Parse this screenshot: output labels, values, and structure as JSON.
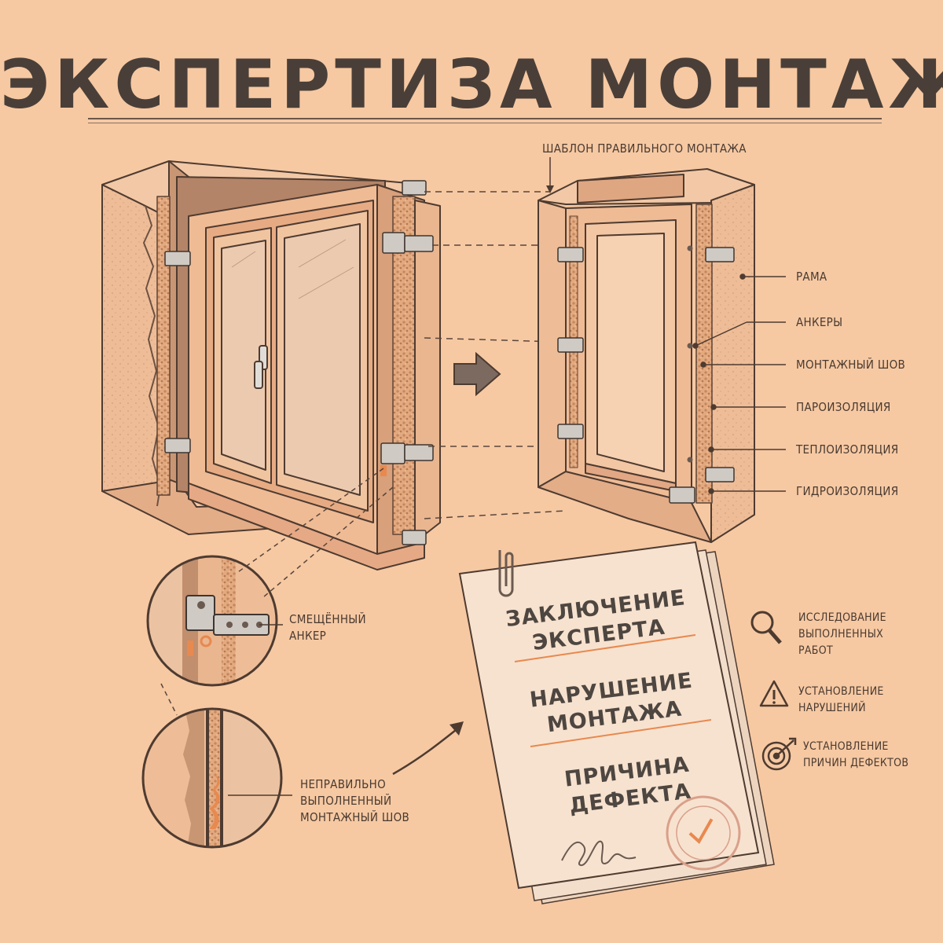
{
  "title": "ЭКСПЕРТИЗА МОНТАЖА",
  "template_label": "ШАБЛОН ПРАВИЛЬНОГО МОНТАЖА",
  "layers": [
    "РАМА",
    "АНКЕРЫ",
    "МОНТАЖНЫЙ ШОВ",
    "ПАРОИЗОЛЯЦИЯ",
    "ТЕПЛОИЗОЛЯЦИЯ",
    "ГИДРОИЗОЛЯЦИЯ"
  ],
  "details": {
    "anchor_line1": "СМЕЩЁННЫЙ",
    "anchor_line2": "АНКЕР",
    "seam_line1": "НЕПРАВИЛЬНО",
    "seam_line2": "ВЫПОЛНЕННЫЙ",
    "seam_line3": "МОНТАЖНЫЙ ШОВ"
  },
  "document": {
    "section1_line1": "ЗАКЛЮЧЕНИЕ",
    "section1_line2": "ЭКСПЕРТА",
    "section2_line1": "НАРУШЕНИЕ",
    "section2_line2": "МОНТАЖА",
    "section3_line1": "ПРИЧИНА",
    "section3_line2": "ДЕФЕКТА"
  },
  "services": [
    {
      "icon": "magnifier-icon",
      "line1": "ИССЛЕДОВАНИЕ",
      "line2": "ВЫПОЛНЕННЫХ",
      "line3": "РАБОТ"
    },
    {
      "icon": "warning-icon",
      "line1": "УСТАНОВЛЕНИЕ",
      "line2": "НАРУШЕНИЙ"
    },
    {
      "icon": "target-icon",
      "line1": "УСТАНОВЛЕНИЕ",
      "line2": "ПРИЧИН ДЕФЕКТОВ"
    }
  ],
  "colors": {
    "background": "#f6c9a3",
    "ink": "#4a3a30",
    "accent": "#e8894f",
    "wood": "#eab48e",
    "foam": "#dca27a"
  }
}
